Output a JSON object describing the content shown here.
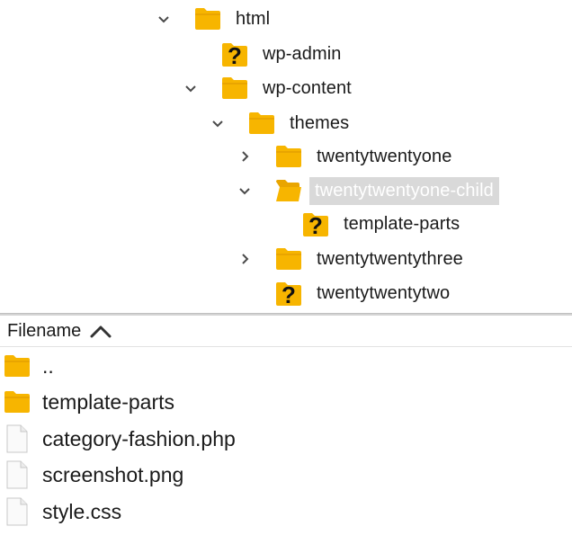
{
  "tree": {
    "nodes": [
      {
        "label": "html",
        "icon": "folder-icon",
        "chevron": "expanded"
      },
      {
        "label": "wp-admin",
        "icon": "unknown-folder-icon",
        "chevron": "none"
      },
      {
        "label": "wp-content",
        "icon": "folder-icon",
        "chevron": "expanded"
      },
      {
        "label": "themes",
        "icon": "folder-icon",
        "chevron": "expanded"
      },
      {
        "label": "twentytwentyone",
        "icon": "folder-icon",
        "chevron": "collapsed"
      },
      {
        "label": "twentytwentyone-child",
        "icon": "open-folder-icon",
        "chevron": "expanded"
      },
      {
        "label": "template-parts",
        "icon": "unknown-folder-icon",
        "chevron": "none"
      },
      {
        "label": "twentytwentythree",
        "icon": "folder-icon",
        "chevron": "collapsed"
      },
      {
        "label": "twentytwentytwo",
        "icon": "unknown-folder-icon",
        "chevron": "none"
      }
    ],
    "selected": "twentytwentyone-child"
  },
  "file_list": {
    "header": {
      "filename_label": "Filename",
      "sort": "ascending"
    },
    "rows": [
      {
        "name": "..",
        "icon": "folder-icon"
      },
      {
        "name": "template-parts",
        "icon": "folder-icon"
      },
      {
        "name": "category-fashion.php",
        "icon": "file-icon"
      },
      {
        "name": "screenshot.png",
        "icon": "file-icon"
      },
      {
        "name": "style.css",
        "icon": "file-icon"
      }
    ]
  },
  "colors": {
    "folder": "#f7b500",
    "folder_dark": "#e9a500",
    "selection_bg": "#d9d9d9",
    "question_mark": "#111111"
  }
}
